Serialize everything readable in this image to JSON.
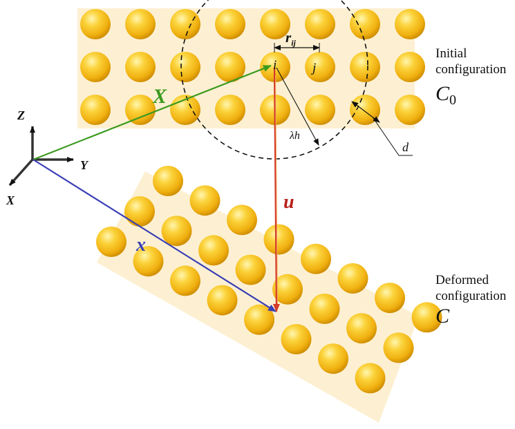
{
  "colors": {
    "slab": "#fdf0d2",
    "particle_light": "#fff6b0",
    "particle_mid": "#f8c21a",
    "particle_dark": "#c98800",
    "vector_X": "#3b9a1f",
    "vector_x": "#3a3fb5",
    "vector_u": "#d23a2a",
    "axes": "#333333",
    "dashed_circle": "#111111"
  },
  "axes": {
    "z_label": "Z",
    "y_label": "Y",
    "x_label": "X"
  },
  "vectors": {
    "initial_position_label": "X",
    "current_position_label": "x",
    "displacement_label": "u"
  },
  "labels": {
    "particle_i": "i",
    "particle_j": "j",
    "rij_base": "r",
    "rij_sub": "ij",
    "horizon": "λh",
    "diameter": "d"
  },
  "initial_configuration": {
    "caption_line1": "Initial",
    "caption_line2": "configuration",
    "symbol": "C",
    "symbol_sub": "0",
    "rows": 3,
    "columns": 8
  },
  "deformed_configuration": {
    "caption_line1": "Deformed",
    "caption_line2": "configuration",
    "symbol": "C",
    "rows": 3,
    "columns": 8
  }
}
